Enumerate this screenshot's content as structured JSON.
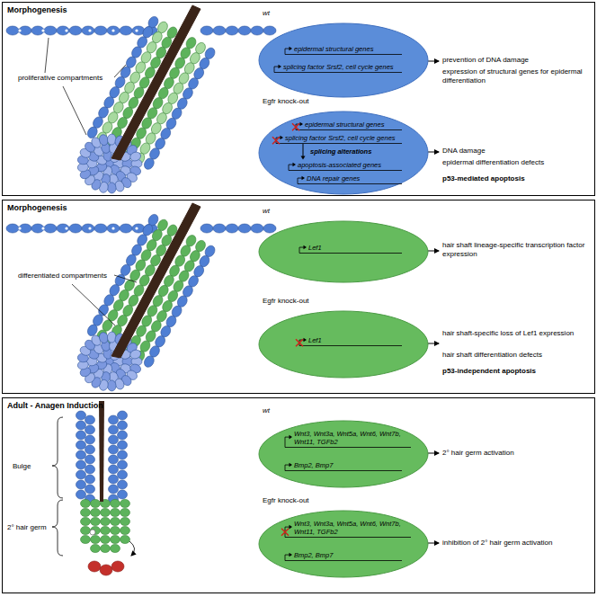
{
  "diagram": {
    "nodes": [
      {
        "text": [
          "Morphogenesis"
        ]
      },
      {
        "text": [
          "epidermal structural genes",
          "splicing factor Srsf2, cell cycle genes"
        ],
        "in": 0
      },
      {
        "text": [
          "epidermal structural genes",
          "splicing factor Srsf2, cell cycle genes",
          "splicing alterations",
          "apoptosis-associated genes",
          "DNA repair genes"
        ],
        "in": 0
      },
      {
        "text": [
          "Morphogenesis"
        ]
      },
      {
        "text": [
          "Lef1"
        ],
        "in": 3
      },
      {
        "text": [
          "Lef1"
        ],
        "in": 3
      },
      {
        "text": [
          "Adult - Anagen Induction"
        ]
      },
      {
        "text": [
          "Wnt3, Wnt3a, Wnt5a, Wnt6, Wnt7b, Wnt11, TGFb2",
          "Bmp2, Bmp7"
        ],
        "in": 6
      },
      {
        "text": [
          "Wnt3, Wnt3a, Wnt5a, Wnt6, Wnt7b, Wnt11, TGFb2",
          "Bmp2, Bmp7"
        ],
        "in": 6
      }
    ],
    "labels": [
      "proliferative compartments",
      "wt",
      "prevention of DNA damage",
      "expression of structural genes for epidermal differentiation",
      "Egfr knock-out",
      "DNA damage",
      "epidermal differentiation defects",
      "p53-mediated apoptosis",
      "differentiated compartments",
      "wt",
      "hair shaft lineage-specific transcription factor expression",
      "Egfr knock-out",
      "hair shaft-specific loss of Lef1 expression",
      "hair shaft differentiation defects",
      "p53-independent apoptosis",
      "Bulge",
      "2° hair germ",
      "wt",
      "2° hair germ activation",
      "Egfr knock-out",
      "inhibition of 2° hair germ activation"
    ]
  }
}
